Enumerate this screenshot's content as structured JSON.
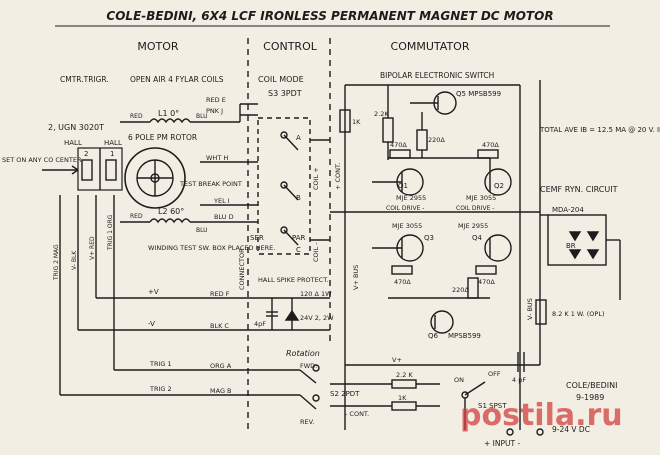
{
  "title": "COLE-BEDINI, 6X4 LCF IRONLESS PERMANENT MAGNET DC MOTOR",
  "sections": {
    "motor": "MOTOR",
    "control": "CONTROL",
    "commutator": "COMMUTATOR"
  },
  "motor": {
    "trigger_label": "CMTR.TRIGR.",
    "coils_label": "OPEN AIR 4 FYLAR COILS",
    "hall_sensors": "2, UGN 3020T",
    "hall_label_left": "HALL",
    "hall_label_right": "HALL",
    "hall_pin_2": "2",
    "hall_pin_1": "1",
    "set_on_center": "SET ON ANY CO CENTER",
    "coil_l1": "L1 0°",
    "coil_l2": "L2 60°",
    "rotor": "6 POLE PM ROTOR",
    "winding_note": "WINDING TEST SW. BOX PLACED HERE.",
    "test_break": "TEST BREAK POINT",
    "red_1": "RED",
    "blu_1": "BLU",
    "red_2": "RED",
    "blu_2": "BLU",
    "trig2_mag": "TRIG 2 MAG",
    "v_minus_blk": "V- BLK",
    "v_plus_red": "V+ RED",
    "trig1_org": "TRIG 1 ORG"
  },
  "control": {
    "coil_mode": "COIL MODE",
    "s3": "S3 3PDT",
    "pos_a": "A",
    "pos_b": "B",
    "pos_c": "C",
    "ser": "SER",
    "par": "PAR",
    "coil_plus": "COIL +",
    "coil_minus": "COIL -",
    "connector": "CONNECTOR",
    "red_e": "RED E",
    "pnk_j": "PNK J",
    "wht_h": "WHT H",
    "yel_i": "YEL I",
    "blu_d": "BLU D",
    "red_f": "RED F",
    "blk_c": "BLK C",
    "org_a": "ORG A",
    "mag_b": "MAG B",
    "hall_protect": "HALL SPIKE PROTECT.",
    "zener": "120 Δ 1W",
    "cap_4pf": "4pF",
    "zener_24v": "24V 2, 2W",
    "plus_v": "+V",
    "minus_v": "-V",
    "trig_1": "TRIG 1",
    "trig_2": "TRIG 2",
    "rotation": "Rotation",
    "fwd": "FWD.",
    "rev": "REV.",
    "s2": "S2 2PDT",
    "cont_minus": "- CONT.",
    "r_2k2": "2.2 K",
    "r_1k": "1K"
  },
  "commutator": {
    "bipolar": "BIPOLAR ELECTRONIC SWITCH",
    "q5": "Q5 MPSB599",
    "q1": "Q1",
    "q1_part": "MJE 2955",
    "q2": "Q2",
    "q2_part": "MJE 3055",
    "q3": "Q3",
    "q3_part": "MJE 3055",
    "q4": "Q4",
    "q4_part": "MJE 2955",
    "q6": "Q6",
    "q6_part": "MPSB599",
    "r_1k": "1K",
    "r_2k2": "2.2K",
    "r_220_top": "220Δ",
    "r_470_1": "470Δ",
    "r_470_2": "470Δ",
    "r_470_3": "470Δ",
    "r_470_4": "470Δ",
    "r_220_bot": "220Δ",
    "coil_drive_left": "COIL DRIVE -",
    "coil_drive_right": "COIL DRIVE -",
    "cont_plus": "+ CONT.",
    "v_plus_bus": "V+ BUS",
    "v_minus_bus": "V- BUS",
    "total_ave": "TOTAL AVE IB = 12.5 MA @ 20 V. IN.",
    "cemf": "CEMF RYN. CIRCUIT",
    "mda": "MDA-204",
    "br": "BR",
    "r_8k2": "8.2 K 1 W. (OPL)",
    "cap_4pf": "4 pF",
    "v_plus": "V+",
    "s1": "S1 SPST",
    "on": "ON",
    "off": "OFF",
    "input": "+ INPUT -",
    "input_voltage": "9-24 V DC",
    "signature": "COLE/BEDINI",
    "date": "9-1989"
  },
  "watermark": "postila.ru",
  "colors": {
    "ink": "#1c1c1c",
    "paper": "#f3eee3",
    "watermark": "#d23a3a"
  }
}
